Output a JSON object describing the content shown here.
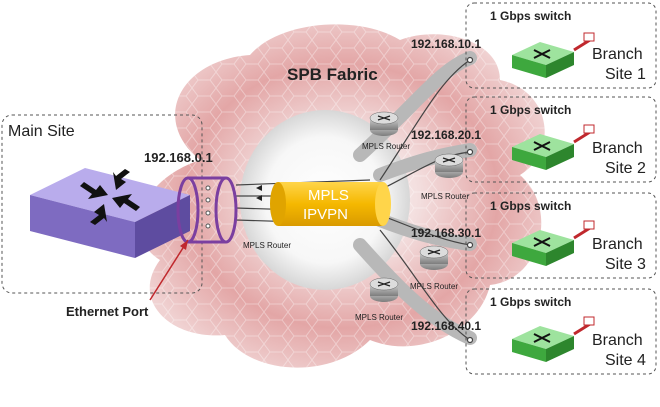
{
  "fabric": {
    "label": "SPB Fabric"
  },
  "main_site": {
    "label": "Main Site",
    "ip": "192.168.0.1"
  },
  "ethernet_port": {
    "label": "Ethernet Port"
  },
  "mpls": {
    "line1": "MPLS",
    "line2": "IPVPN"
  },
  "routers": [
    {
      "label": "MPLS Router"
    },
    {
      "label": "MPLS Router"
    },
    {
      "label": "MPLS Router"
    },
    {
      "label": "MPLS Router"
    },
    {
      "label": "MPLS Router"
    }
  ],
  "branches": [
    {
      "switch_label": "1 Gbps switch",
      "ip": "192.168.10.1",
      "name_line1": "Branch",
      "name_line2": "Site 1"
    },
    {
      "switch_label": "1 Gbps switch",
      "ip": "192.168.20.1",
      "name_line1": "Branch",
      "name_line2": "Site 2"
    },
    {
      "switch_label": "1 Gbps switch",
      "ip": "192.168.30.1",
      "name_line1": "Branch",
      "name_line2": "Site 3"
    },
    {
      "switch_label": "1 Gbps switch",
      "ip": "192.168.40.1",
      "name_line1": "Branch",
      "name_line2": "Site 4"
    }
  ],
  "colors": {
    "fabric": "#d98a8a",
    "mpls_cylinder": "#f5b800",
    "main_switch": "#9a8ad2",
    "branch_switch": "#4fb84f",
    "port_ring": "#7b3fa0",
    "arrow": "#c0282d"
  }
}
